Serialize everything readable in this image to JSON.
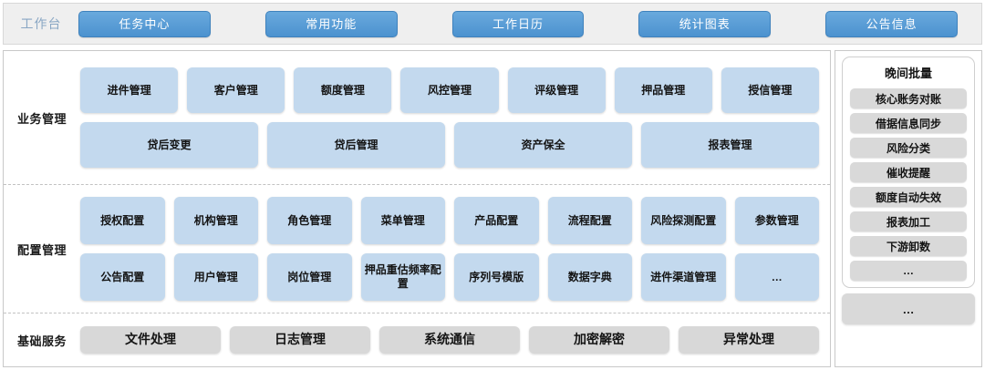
{
  "topbar": {
    "workbench_label": "工作台",
    "tabs": [
      {
        "label": "任务中心"
      },
      {
        "label": "常用功能"
      },
      {
        "label": "工作日历"
      },
      {
        "label": "统计图表"
      },
      {
        "label": "公告信息"
      }
    ]
  },
  "sections": [
    {
      "label": "业务管理",
      "rows": [
        [
          "进件管理",
          "客户管理",
          "额度管理",
          "风控管理",
          "评级管理",
          "押品管理",
          "授信管理"
        ],
        [
          "贷后变更",
          "贷后管理",
          "资产保全",
          "报表管理"
        ]
      ]
    },
    {
      "label": "配置管理",
      "rows": [
        [
          "授权配置",
          "机构管理",
          "角色管理",
          "菜单管理",
          "产品配置",
          "流程配置",
          "风险探测配置",
          "参数管理"
        ],
        [
          "公告配置",
          "用户管理",
          "岗位管理",
          "押品重估频率配置",
          "序列号模版",
          "数据字典",
          "进件渠道管理",
          "…"
        ]
      ]
    },
    {
      "label": "基础服务",
      "rows": [
        [
          "文件处理",
          "日志管理",
          "系统通信",
          "加密解密",
          "异常处理"
        ]
      ]
    }
  ],
  "right_panel": {
    "batch_title": "晚间批量",
    "batch_items": [
      "核心账务对账",
      "借据信息同步",
      "风险分类",
      "催收提醒",
      "额度自动失效",
      "报表加工",
      "下游卸数",
      "…"
    ],
    "more_label": "…"
  },
  "colors": {
    "tab_blue": "#4c92cf",
    "card_blue": "#c3d9ee",
    "card_grey": "#d8d8d8",
    "topbar_bg": "#efefef",
    "workbench_text": "#8aa7c4"
  }
}
